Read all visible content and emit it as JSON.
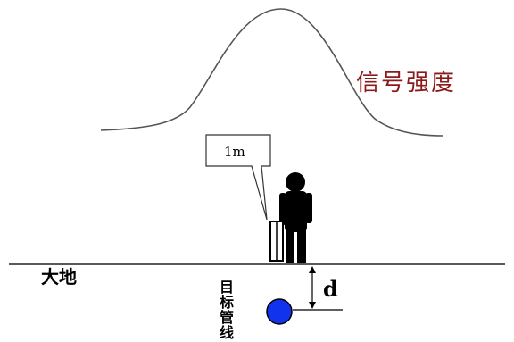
{
  "labels": {
    "signal_strength": "信号强度",
    "ground": "大地",
    "depth": "d",
    "target_pipe": "目标管线",
    "distance": "1m"
  },
  "colors": {
    "signal_text": "#8b1a1a",
    "pipe_fill": "#1133ee",
    "curve_stroke": "#555555"
  }
}
